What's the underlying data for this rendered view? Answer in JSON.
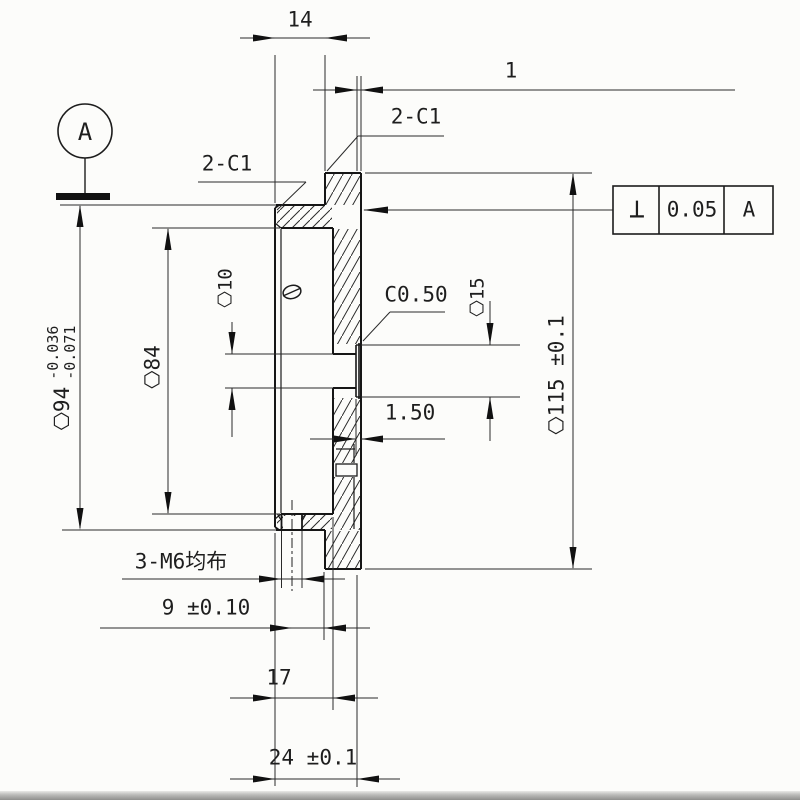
{
  "drawing": {
    "type": "mechanical-section-drawing",
    "dimensions": {
      "hub_top_width": "14",
      "rim_step": "1",
      "chamfer_flange": "2-C1",
      "chamfer_hub": "2-C1",
      "hub_od_nominal": "⎔94",
      "hub_od_tol_upper": "-0.036",
      "hub_od_tol_lower": "-0.071",
      "counterbore_dia": "⎔84",
      "small_hole_dia": "⎔10",
      "mid_hole_dia": "⎔15",
      "bore_chamfer": "C0.50",
      "cbore_depth": "1.50",
      "flange_od": "⎔115 ±0.1",
      "thread_callout": "3-M6均布",
      "thread_position": "9 ±0.10",
      "hub_length": "17",
      "total_length": "24 ±0.1"
    },
    "datum": {
      "label": "A"
    },
    "feature_control_frame": {
      "symbol": "⊥",
      "symbol_name": "perpendicularity",
      "tolerance": "0.05",
      "datum_ref": "A"
    }
  }
}
